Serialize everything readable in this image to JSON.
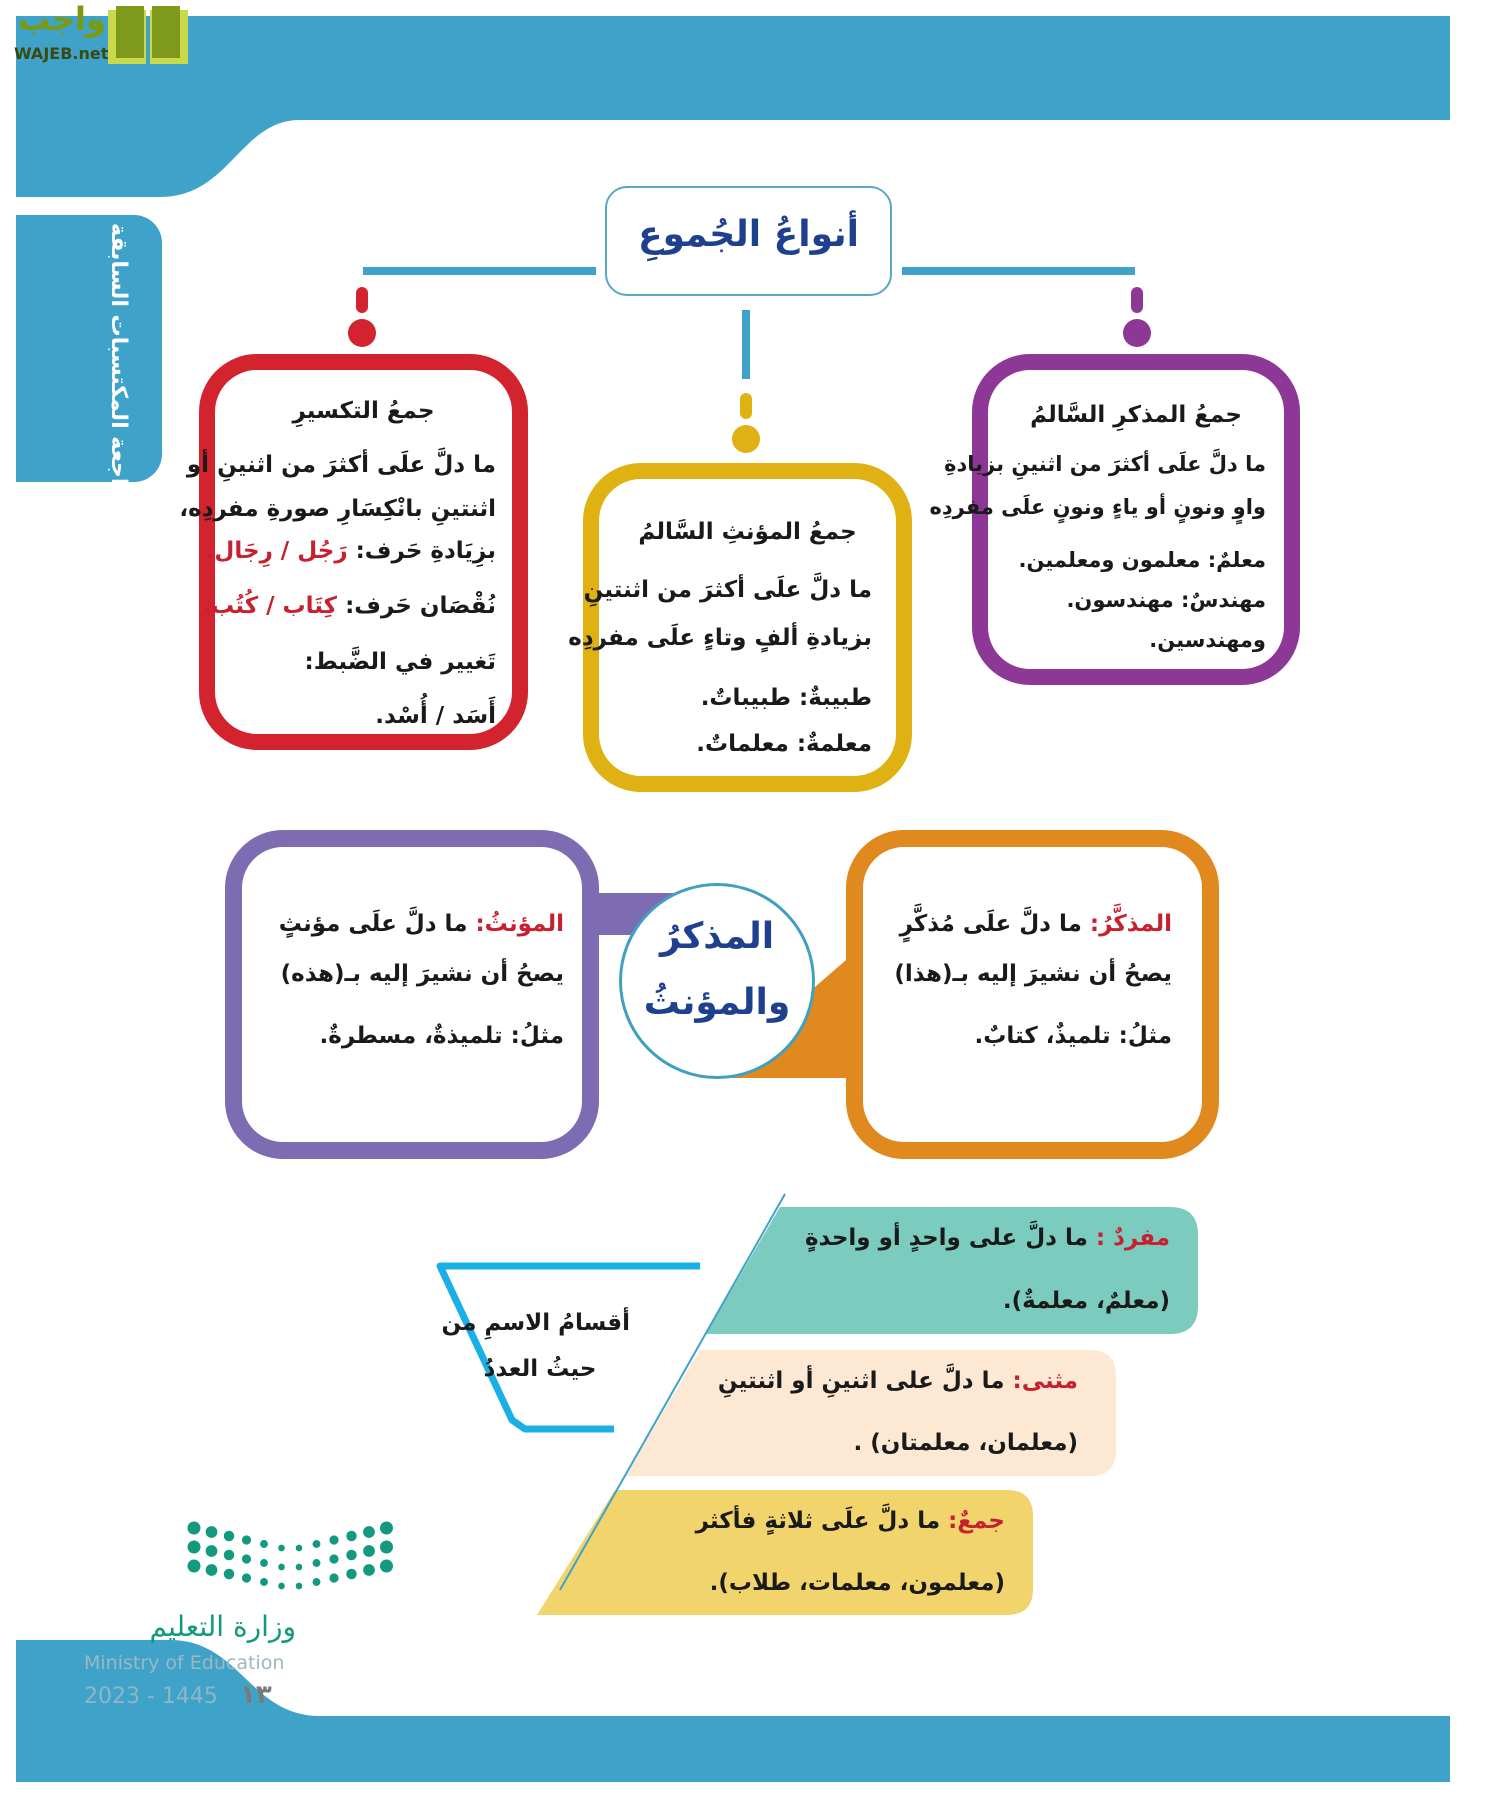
{
  "logo": {
    "arabic": "واجب",
    "latin": "WAJEB.net"
  },
  "side_tab": {
    "label": "مراجعة المكتسبات السابقة"
  },
  "title": "أنواعُ الجُموعِ",
  "colors": {
    "band": "#3fa3c9",
    "red": "#d3232e",
    "yellow": "#dfb112",
    "purple": "#8d3797",
    "lavender": "#7e6cb3",
    "orange": "#e0891e",
    "teal": "#7ccbbf",
    "peach": "#fde8d4",
    "sand": "#f2d46d",
    "cyan": "#1ab0e6"
  },
  "broken_plural": {
    "title": "جمعُ التكسيرِ",
    "lines": [
      "ما دلَّ علَى أكثرَ من اثنينِ أو",
      "اثنتينِ بانْكِسَارِ صورةِ مفردِه،"
    ],
    "rows": [
      {
        "label": "بزِيَادةِ حَرف:",
        "value": "رَجُل / رِجَال."
      },
      {
        "label": "نُقْصَان حَرف:",
        "value": "كِتَاب / كُتُب."
      },
      {
        "label": "تَغيير في الضَّبط:",
        "value": ""
      },
      {
        "label": "",
        "value": "أَسَد / أُسْد."
      }
    ]
  },
  "fem_plural": {
    "title": "جمعُ المؤنثِ السَّالمُ",
    "lines": [
      "ما دلَّ علَى أكثرَ من اثنتينِ",
      "بزيادةِ ألفٍ وتاءٍ علَى مفردِه"
    ],
    "examples": [
      "طبيبةٌ: طبيباتٌ.",
      "معلمةٌ: معلماتٌ."
    ]
  },
  "masc_plural": {
    "title": "جمعُ المذكرِ السَّالمُ",
    "lines": [
      "ما دلَّ علَى أكثرَ من اثنينِ بزيادةِ",
      "واوٍ ونونٍ أو ياءٍ ونونٍ علَى مفردِه"
    ],
    "examples": [
      "معلمٌ: معلمون ومعلمين.",
      "مهندسٌ: مهندسون.",
      "ومهندسين."
    ]
  },
  "gender": {
    "circle": [
      "المذكرُ",
      "والمؤنثُ"
    ],
    "masculine": {
      "label": "المذكَّرُ:",
      "definition": "ما دلَّ علَى مُذكَّرٍ",
      "line2": "يصحُ أن نشيرَ إليه بـ(هذا)",
      "example": "مثلُ: تلميذٌ، كتابٌ."
    },
    "feminine": {
      "label": "المؤنثُ:",
      "definition": "ما دلَّ علَى مؤنثٍ",
      "line2": "يصحُ أن نشيرَ إليه بـ(هذه)",
      "example": "مثلُ: تلميذةٌ، مسطرةٌ."
    }
  },
  "number": {
    "heading": [
      "أقسامُ الاسمِ من",
      "حيثُ العددُ"
    ],
    "singular": {
      "label": "مفردٌ :",
      "definition": "ما دلَّ على واحدٍ أو واحدةٍ",
      "example": "(معلمٌ، معلمةٌ)."
    },
    "dual": {
      "label": "مثنى:",
      "definition": "ما دلَّ على اثنينِ أو اثنتينِ",
      "example": "(معلمان، معلمتان) ."
    },
    "plural": {
      "label": "جمعٌ:",
      "definition": "ما دلَّ علَى ثلاثةٍ فأكثر",
      "example": "(معلمون، معلمات، طلاب)."
    }
  },
  "ministry": {
    "arabic": "وزارة التعليم",
    "english": "Ministry of Education",
    "year": "2023 - 1445",
    "page": "١٣"
  }
}
